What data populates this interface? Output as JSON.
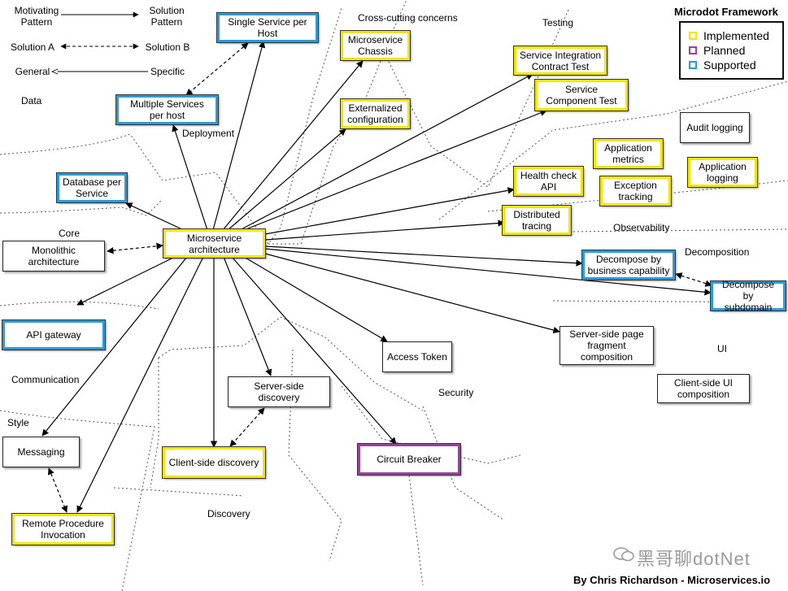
{
  "legend": {
    "title": "Microdot Framework",
    "items": [
      {
        "label": "Implemented",
        "color": "#f2e600"
      },
      {
        "label": "Planned",
        "color": "#9b3fa0"
      },
      {
        "label": "Supported",
        "color": "#2a9bd6"
      }
    ]
  },
  "key": {
    "motivating_pattern": "Motivating\nPattern",
    "solution_pattern": "Solution\nPattern",
    "solution_a": "Solution A",
    "solution_b": "Solution B",
    "general": "General",
    "specific": "Specific"
  },
  "regions": {
    "data": "Data",
    "deployment": "Deployment",
    "cross_cutting": "Cross-cutting concerns",
    "testing": "Testing",
    "core": "Core",
    "observability": "Observability",
    "decomposition": "Decomposition",
    "ui": "UI",
    "communication": "Communication",
    "style": "Style",
    "security": "Security",
    "discovery": "Discovery"
  },
  "nodes": {
    "microservice_architecture": "Microservice\narchitecture",
    "single_service_per_host": "Single Service per\nHost",
    "multiple_services_per_host": "Multiple Services\nper host",
    "microservice_chassis": "Microservice\nChassis",
    "externalized_configuration": "Externalized\nconfiguration",
    "service_integration_contract_test": "Service Integration\nContract Test",
    "service_component_test": "Service\nComponent Test",
    "audit_logging": "Audit logging",
    "application_metrics": "Application\nmetrics",
    "application_logging": "Application\nlogging",
    "health_check_api": "Health check\nAPI",
    "exception_tracking": "Exception\ntracking",
    "distributed_tracing": "Distributed\ntracing",
    "database_per_service": "Database per\nService",
    "monolithic_architecture": "Monolithic\narchitecture",
    "decompose_by_business_capability": "Decompose by\nbusiness capability",
    "decompose_by_subdomain": "Decompose by\nsubdomain",
    "api_gateway": "API gateway",
    "access_token": "Access Token",
    "server_side_page_fragment_composition": "Server-side page\nfragment\ncomposition",
    "client_side_ui_composition": "Client-side  UI\ncomposition",
    "server_side_discovery": "Server-side\ndiscovery",
    "messaging": "Messaging",
    "client_side_discovery": "Client-side discovery",
    "circuit_breaker": "Circuit Breaker",
    "remote_procedure_invocation": "Remote Procedure\nInvocation"
  },
  "credit": "By Chris Richardson - Microservices.io",
  "watermark": "黑哥聊dotNet"
}
